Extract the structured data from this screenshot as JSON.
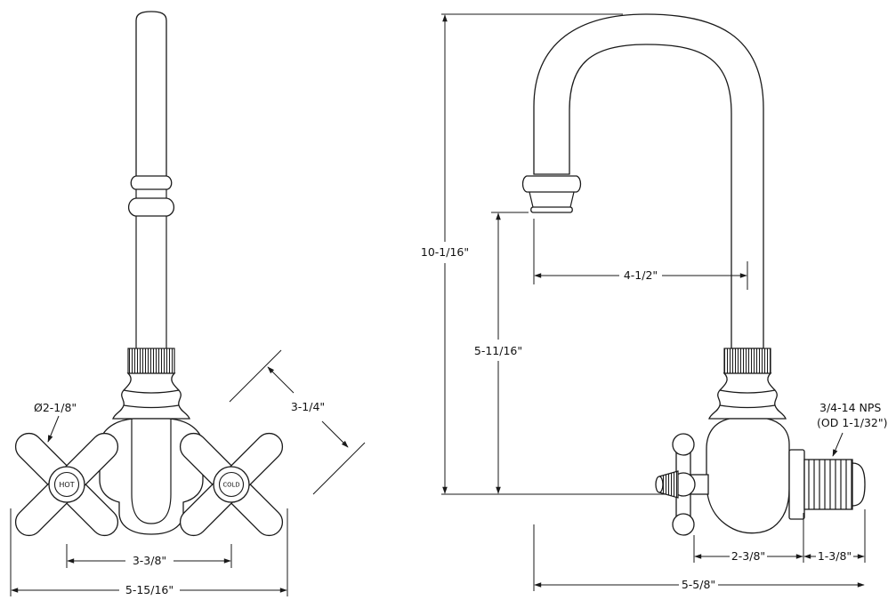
{
  "drawing": {
    "type": "faucet technical drawing, front and side views",
    "line_color": "#1a1a1a",
    "background": "#ffffff"
  },
  "front_view": {
    "handle_labels": {
      "hot": "HOT",
      "cold": "COLD"
    },
    "dimensions": {
      "handle_diameter": "Ø2-1/8\"",
      "diagonal": "3-1/4\"",
      "handle_spacing": "3-3/8\"",
      "overall_width": "5-15/16\""
    }
  },
  "side_view": {
    "dimensions": {
      "overall_height": "10-1/16\"",
      "spout_reach": "4-1/2\"",
      "spout_clearance": "5-11/16\"",
      "thread_spec_line1": "3/4-14 NPS",
      "thread_spec_line2": "(OD 1-1/32\")",
      "body_depth": "2-3/8\"",
      "nipple_length": "1-3/8\"",
      "overall_depth": "5-5/8\""
    }
  }
}
